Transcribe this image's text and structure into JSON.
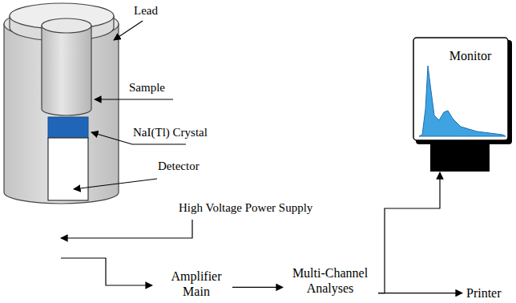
{
  "diagram": {
    "nodes": [
      {
        "text": [
          "Amplifier Main"
        ]
      },
      {
        "text": [
          "Multi-Channel Analyses"
        ]
      },
      {
        "text": [
          "Monitor"
        ]
      },
      {
        "text": [
          "Printer"
        ]
      }
    ],
    "edges": [
      {
        "from": 0,
        "to": 1,
        "arrow": "to"
      },
      {
        "from": 1,
        "to": 2,
        "arrow": "to"
      },
      {
        "from": 1,
        "to": 3,
        "arrow": "to"
      }
    ],
    "labels": [
      "Lead",
      "Sample",
      "NaI(Tl) Crystal",
      "Detector",
      "High Voltage Power Supply"
    ]
  }
}
